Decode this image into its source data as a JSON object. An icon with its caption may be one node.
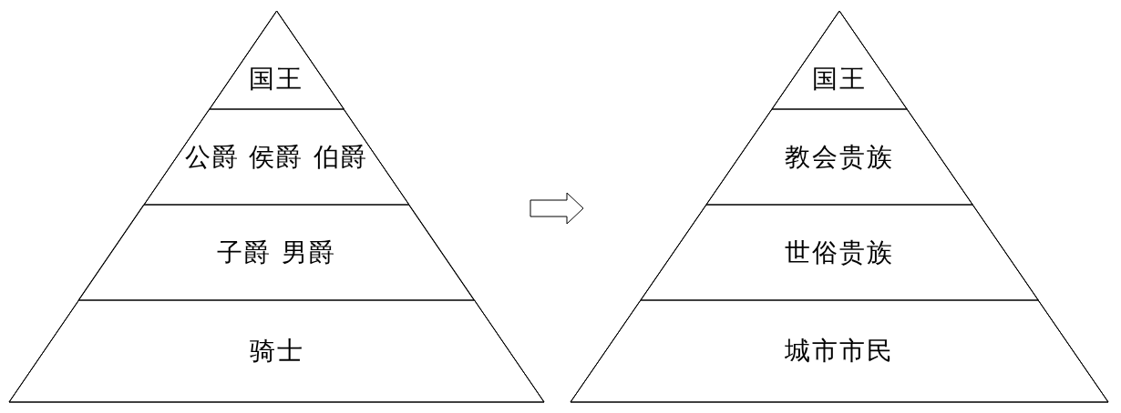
{
  "diagram": {
    "nodes": [
      {
        "text": [],
        "shape": "triangle"
      },
      {
        "text": [
          "国王"
        ],
        "in": 0
      },
      {
        "text": [
          "公爵 侯爵 伯爵"
        ],
        "in": 0
      },
      {
        "text": [
          "子爵 男爵"
        ],
        "in": 0
      },
      {
        "text": [
          "骑士"
        ],
        "in": 0
      },
      {
        "text": [],
        "shape": "triangle"
      },
      {
        "text": [
          "国王"
        ],
        "in": 5
      },
      {
        "text": [
          "教会贵族"
        ],
        "in": 5
      },
      {
        "text": [
          "世俗贵族"
        ],
        "in": 5
      },
      {
        "text": [
          "城市市民"
        ],
        "in": 5
      }
    ],
    "edges": [
      {
        "from": 0,
        "to": 5,
        "arrow": "to"
      }
    ]
  }
}
